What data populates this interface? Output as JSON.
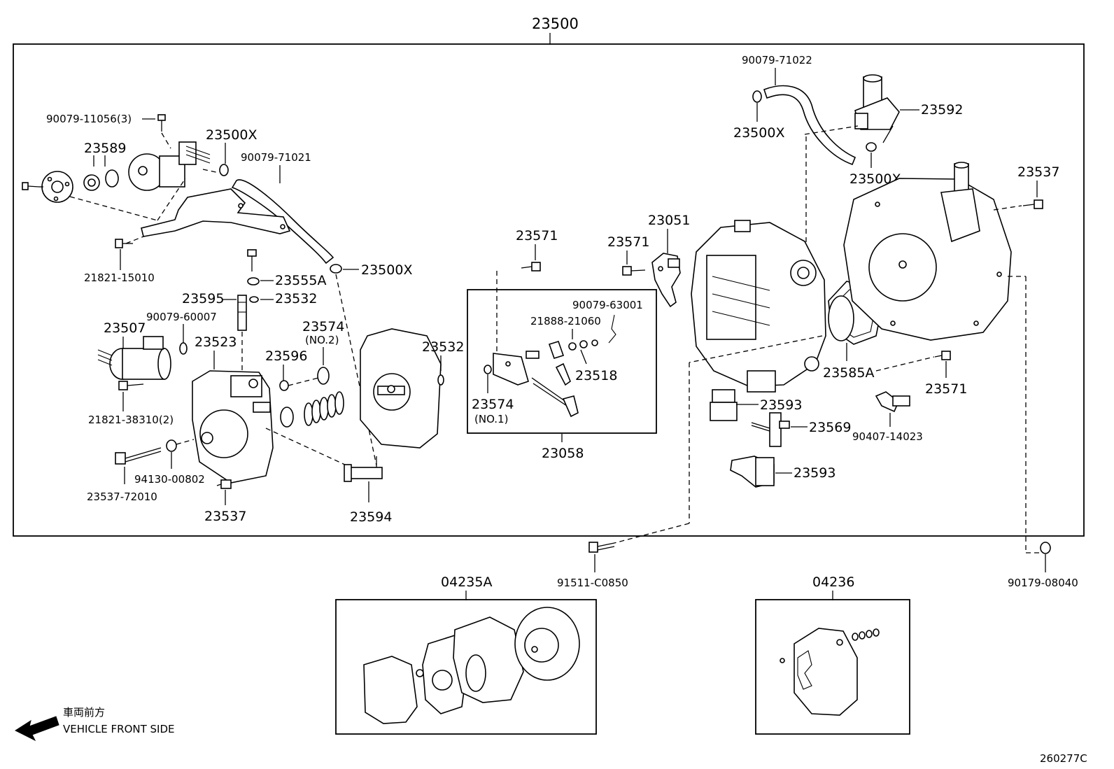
{
  "header": {
    "assembly": "23500"
  },
  "footer": {
    "figure_code": "260277C",
    "direction_jp": "車両前方",
    "direction_en": "VEHICLE FRONT SIDE"
  },
  "subassembly_boxes": {
    "center": "23058",
    "bottom_left": "04235A",
    "bottom_right": "04236"
  },
  "labels": {
    "p90079_11056": "90079-11056(3)",
    "p23589": "23589",
    "p23500X_a": "23500X",
    "p90079_71021": "90079-71021",
    "p21821_15010": "21821-15010",
    "p23500X_b": "23500X",
    "p23555A": "23555A",
    "p23595": "23595",
    "p23532_a": "23532",
    "p90079_60007": "90079-60007",
    "p23507": "23507",
    "p23523": "23523",
    "p23574_no2": "23574",
    "no2": "(NO.2)",
    "p23596": "23596",
    "p21821_38310": "21821-38310(2)",
    "p94130_00802": "94130-00802",
    "p23537_72010": "23537-72010",
    "p23537_a": "23537",
    "p23594": "23594",
    "p23532_b": "23532",
    "p23571_a": "23571",
    "p90079_63001": "90079-63001",
    "p21888_21060": "21888-21060",
    "p23518": "23518",
    "p23574_no1": "23574",
    "no1": "(NO.1)",
    "p23571_b": "23571",
    "p23051": "23051",
    "p90079_71022": "90079-71022",
    "p23500X_c": "23500X",
    "p23592": "23592",
    "p23500X_d": "23500X",
    "p23537_b": "23537",
    "p23585A": "23585A",
    "p23571_c": "23571",
    "p23593_a": "23593",
    "p23569": "23569",
    "p90407_14023": "90407-14023",
    "p23593_b": "23593",
    "p91511_C0850": "91511-C0850",
    "p90179_08040": "90179-08040"
  }
}
